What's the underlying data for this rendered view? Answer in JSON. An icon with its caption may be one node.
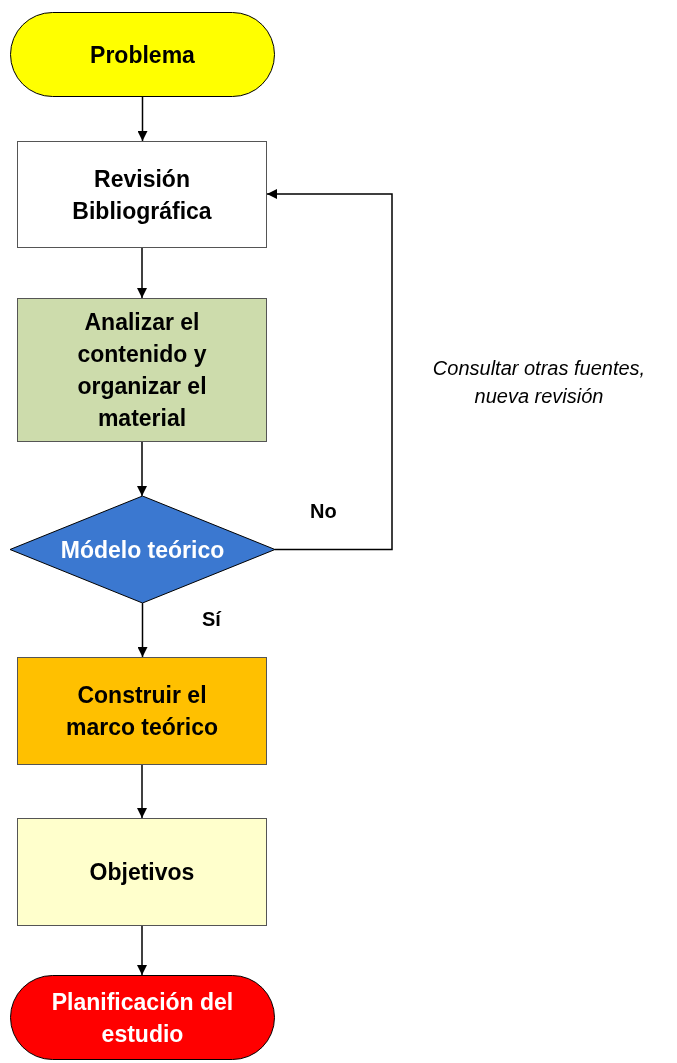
{
  "diagram": {
    "nodes": [
      {
        "text": [
          "Problema"
        ]
      },
      {
        "text": [
          "Revisión Bibliográfica"
        ]
      },
      {
        "text": [
          "Analizar el contenido y organizar el material"
        ]
      },
      {
        "text": [
          "Módelo teórico"
        ]
      },
      {
        "text": [
          "Construir el marco teórico"
        ]
      },
      {
        "text": [
          "Objetivos"
        ]
      },
      {
        "text": [
          "Planificación del estudio"
        ]
      }
    ],
    "edges": [
      {
        "from": 0,
        "to": 1,
        "arrow": "to"
      },
      {
        "from": 1,
        "to": 2,
        "arrow": "to"
      },
      {
        "from": 2,
        "to": 3,
        "arrow": "to"
      },
      {
        "from": 3,
        "to": 4,
        "arrow": "to",
        "label": "Sí"
      },
      {
        "from": 4,
        "to": 5,
        "arrow": "to"
      },
      {
        "from": 5,
        "to": 6,
        "arrow": "to"
      },
      {
        "from": 3,
        "to": 1,
        "arrow": "to",
        "label": "No"
      }
    ],
    "labels": [
      "Consultar otras fuentes, nueva revisión"
    ]
  }
}
